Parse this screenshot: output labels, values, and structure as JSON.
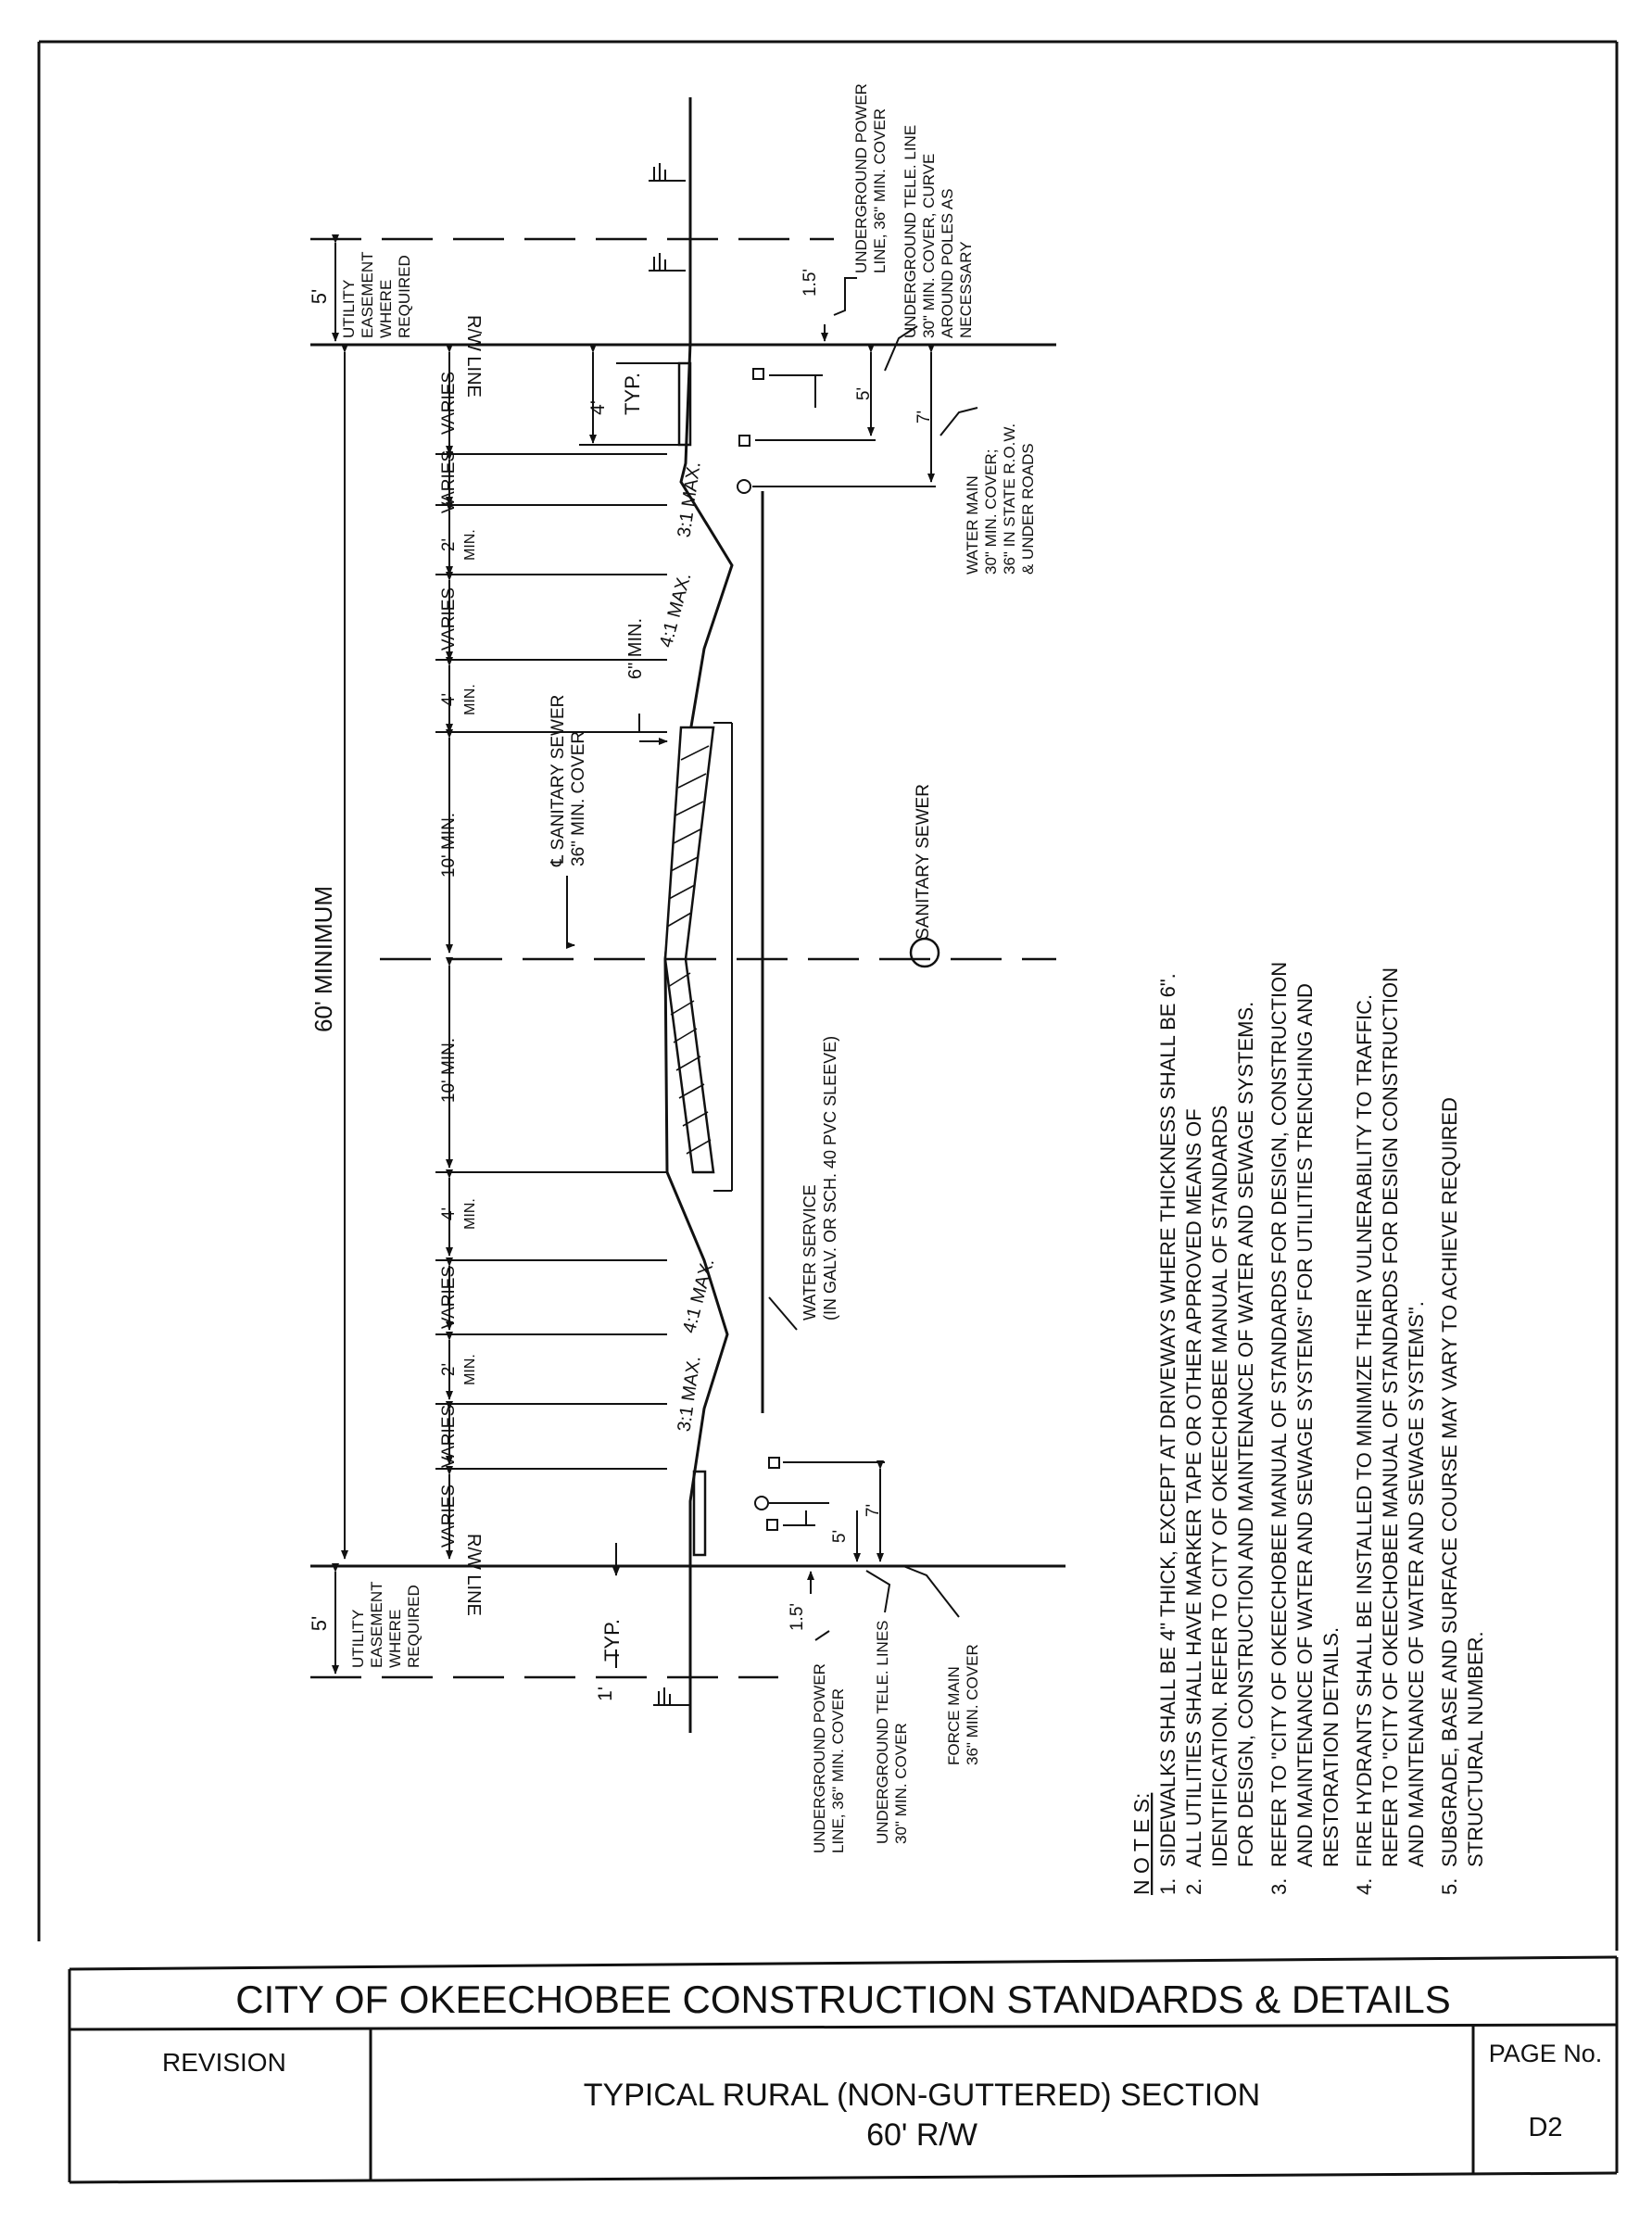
{
  "title_block": {
    "agency": "CITY OF OKEECHOBEE CONSTRUCTION STANDARDS & DETAILS",
    "revision_label": "REVISION",
    "section_title": "TYPICAL RURAL (NON-GUTTERED) SECTION",
    "section_subtitle": "60' R/W",
    "page_label": "PAGE No.",
    "page_number": "D2"
  },
  "notes": {
    "heading": "N O T E S:",
    "items": [
      {
        "num": "1.",
        "lines": [
          "SIDEWALKS SHALL BE 4\" THICK, EXCEPT AT DRIVEWAYS WHERE THICKNESS SHALL BE 6\"."
        ]
      },
      {
        "num": "2.",
        "lines": [
          "ALL UTILITIES SHALL HAVE MARKER TAPE OR OTHER APPROVED MEANS OF",
          "IDENTIFICATION.  REFER TO CITY OF OKEECHOBEE MANUAL OF STANDARDS",
          "FOR DESIGN, CONSTRUCTION AND MAINTENANCE OF WATER AND SEWAGE SYSTEMS."
        ]
      },
      {
        "num": "3.",
        "lines": [
          "REFER TO \"CITY OF OKEECHOBEE MANUAL OF STANDARDS FOR DESIGN, CONSTRUCTION",
          "AND MAINTENANCE OF WATER AND SEWAGE SYSTEMS\" FOR UTILITIES TRENCHING AND",
          "RESTORATION DETAILS."
        ]
      },
      {
        "num": "4.",
        "lines": [
          "FIRE HYDRANTS SHALL BE INSTALLED TO MINIMIZE THEIR VULNERABILITY TO TRAFFIC.",
          "REFER TO \"CITY OF OKEECHOBEE MANUAL OF STANDARDS FOR DESIGN CONSTRUCTION",
          "AND MAINTENANCE OF WATER AND SEWAGE SYSTEMS\"."
        ]
      },
      {
        "num": "5.",
        "lines": [
          "SUBGRADE, BASE AND SURFACE COURSE MAY VARY TO ACHIEVE REQUIRED",
          "STRUCTURAL NUMBER."
        ]
      }
    ]
  },
  "drawing": {
    "overall": "60' MINIMUM",
    "easement_dim": "5'",
    "easement_label": [
      "UTILITY",
      "EASEMENT",
      "WHERE",
      "REQUIRED"
    ],
    "rw_line": "R/W LINE",
    "typ": "TYP.",
    "dim_4": "4'",
    "dim_1": "1'",
    "top_dims": [
      {
        "value": "VARIES",
        "sub": ""
      },
      {
        "value": "VARIES",
        "sub": ""
      },
      {
        "value": "2'",
        "sub": "MIN."
      },
      {
        "value": "VARIES",
        "sub": ""
      },
      {
        "value": "4'",
        "sub": "MIN."
      },
      {
        "value": "10' MIN.",
        "sub": ""
      }
    ],
    "bottom_dims": [
      {
        "value": "10' MIN.",
        "sub": ""
      },
      {
        "value": "4'",
        "sub": "MIN."
      },
      {
        "value": "VARIES",
        "sub": ""
      },
      {
        "value": "2'",
        "sub": "MIN."
      },
      {
        "value": "VARIES",
        "sub": ""
      },
      {
        "value": "VARIES",
        "sub": ""
      }
    ],
    "slopes_top": [
      "3:1 MAX.",
      "4:1 MAX."
    ],
    "slopes_bottom": [
      "4:1 MAX.",
      "3:1 MAX."
    ],
    "driveway_min": "6\" MIN.",
    "centerline_sewer": [
      "℄ SANITARY SEWER",
      "36\" MIN. COVER"
    ],
    "sanitary_sewer": "SANITARY SEWER",
    "water_service": [
      "WATER SERVICE",
      "(IN GALV. OR SCH. 40 PVC SLEEVE)"
    ],
    "top_utilities": {
      "power": [
        "UNDERGROUND POWER",
        "LINE, 36\" MIN. COVER"
      ],
      "tele": [
        "UNDERGROUND TELE. LINE",
        "30\" MIN. COVER, CURVE",
        "AROUND POLES AS",
        "NECESSARY"
      ],
      "water_main": [
        "WATER MAIN",
        "30\" MIN. COVER;",
        "36\" IN STATE R.O.W.",
        "& UNDER ROADS"
      ],
      "dim_15": "1.5'",
      "dim_5": "5'",
      "dim_7": "7'"
    },
    "bottom_utilities": {
      "power": [
        "UNDERGROUND POWER",
        "LINE, 36\" MIN. COVER"
      ],
      "tele": [
        "UNDERGROUND TELE. LINES",
        "30\" MIN. COVER"
      ],
      "force_main": [
        "FORCE MAIN",
        "36\" MIN. COVER"
      ],
      "dim_15": "1.5'",
      "dim_5": "5'",
      "dim_7": "7'"
    }
  }
}
